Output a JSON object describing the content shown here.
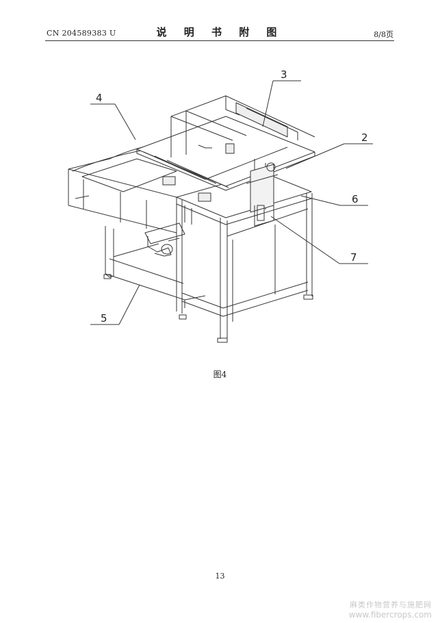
{
  "header": {
    "publication_number": "CN 204589383 U",
    "document_title": "说 明 书 附 图",
    "page_of": "8/8页"
  },
  "figure": {
    "callouts": [
      "3",
      "4",
      "2",
      "6",
      "7",
      "5"
    ],
    "caption": "图4"
  },
  "footer": {
    "page_number": "13"
  },
  "watermark": {
    "line1": "麻类作物营养与施肥网",
    "line2": "www.fibercrops.com"
  }
}
